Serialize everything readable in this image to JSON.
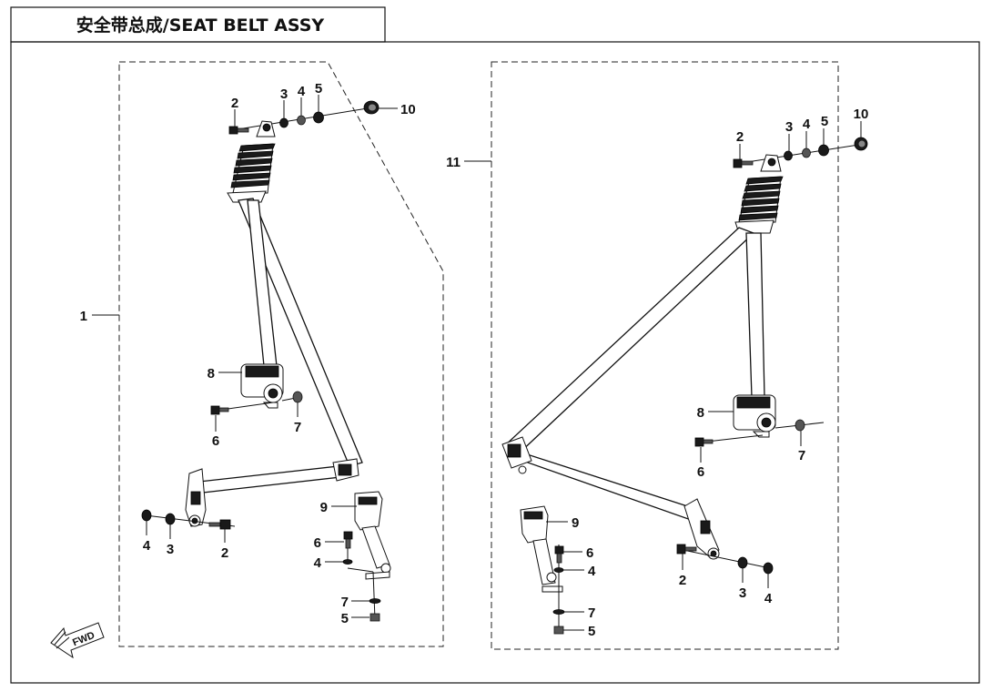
{
  "title": "安全带总成/SEAT BELT ASSY",
  "fwd_label": "FWD",
  "callouts": {
    "left_group": "1",
    "right_group": "11",
    "l_top_2": "2",
    "l_top_3": "3",
    "l_top_4": "4",
    "l_top_5": "5",
    "l_top_10": "10",
    "l_8": "8",
    "l_6": "6",
    "l_7": "7",
    "l_bot_4": "4",
    "l_bot_3": "3",
    "l_bot_2": "2",
    "l_9": "9",
    "l_buckle_6": "6",
    "l_buckle_4": "4",
    "l_buckle_7": "7",
    "l_buckle_5": "5",
    "r_top_2": "2",
    "r_top_3": "3",
    "r_top_4": "4",
    "r_top_5": "5",
    "r_top_10": "10",
    "r_8": "8",
    "r_6": "6",
    "r_7": "7",
    "r_9": "9",
    "r_buckle_6": "6",
    "r_buckle_4": "4",
    "r_buckle_7": "7",
    "r_buckle_5": "5",
    "r_bot_2": "2",
    "r_bot_3": "3",
    "r_bot_4": "4"
  }
}
